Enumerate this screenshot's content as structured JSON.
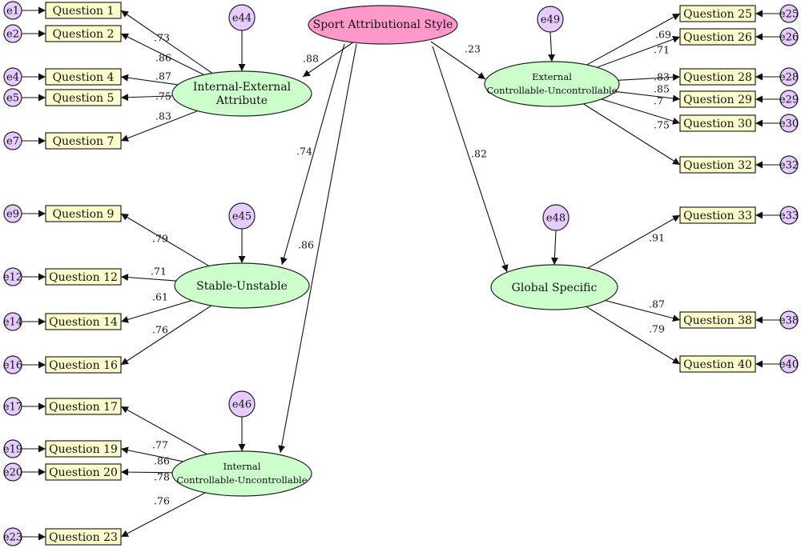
{
  "main": {
    "id": "main",
    "label": "Sport Attributional Style",
    "color": "#ff99cc"
  },
  "latents": [
    {
      "id": "ie",
      "lines": [
        "Internal-External",
        "Attribute"
      ],
      "error": "e44",
      "path_coef": ".88"
    },
    {
      "id": "su",
      "lines": [
        "Stable-Unstable"
      ],
      "error": "e45",
      "path_coef": ".74"
    },
    {
      "id": "icu",
      "lines": [
        "Internal",
        "Controllable-Uncontrollable"
      ],
      "error": "e46",
      "path_coef": ".86"
    },
    {
      "id": "ecu",
      "lines": [
        "External",
        "Controllable-Uncontrollable"
      ],
      "error": "e49",
      "path_coef": ".23"
    },
    {
      "id": "gs",
      "lines": [
        "Global Specific"
      ],
      "error": "e48",
      "path_coef": ".82"
    }
  ],
  "indicators": [
    {
      "id": "q1",
      "label": "Question 1",
      "error": "e1",
      "latent": "ie",
      "loading": ".73"
    },
    {
      "id": "q2",
      "label": "Question 2",
      "error": "e2",
      "latent": "ie",
      "loading": ".86"
    },
    {
      "id": "q4",
      "label": "Question 4",
      "error": "e4",
      "latent": "ie",
      "loading": ".87"
    },
    {
      "id": "q5",
      "label": "Question 5",
      "error": "e5",
      "latent": "ie",
      "loading": ".75"
    },
    {
      "id": "q7",
      "label": "Question 7",
      "error": "e7",
      "latent": "ie",
      "loading": ".83"
    },
    {
      "id": "q9",
      "label": "Question 9",
      "error": "e9",
      "latent": "su",
      "loading": ".79"
    },
    {
      "id": "q12",
      "label": "Question 12",
      "error": "e12",
      "latent": "su",
      "loading": ".71"
    },
    {
      "id": "q14",
      "label": "Question 14",
      "error": "e14",
      "latent": "su",
      "loading": ".61"
    },
    {
      "id": "q16",
      "label": "Question 16",
      "error": "e16",
      "latent": "su",
      "loading": ".76"
    },
    {
      "id": "q17",
      "label": "Question 17",
      "error": "e17",
      "latent": "icu",
      "loading": ".77"
    },
    {
      "id": "q19",
      "label": "Question 19",
      "error": "e19",
      "latent": "icu",
      "loading": ".86"
    },
    {
      "id": "q20",
      "label": "Question 20",
      "error": "e20",
      "latent": "icu",
      "loading": ".78"
    },
    {
      "id": "q23",
      "label": "Question 23",
      "error": "e23",
      "latent": "icu",
      "loading": ".76"
    },
    {
      "id": "q25",
      "label": "Question 25",
      "error": "e25",
      "latent": "ecu",
      "loading": ".69"
    },
    {
      "id": "q26",
      "label": "Question 26",
      "error": "e26",
      "latent": "ecu",
      "loading": ".71"
    },
    {
      "id": "q28",
      "label": "Question 28",
      "error": "e28",
      "latent": "ecu",
      "loading": ".83"
    },
    {
      "id": "q29",
      "label": "Question 29",
      "error": "e29",
      "latent": "ecu",
      "loading": ".85"
    },
    {
      "id": "q30",
      "label": "Question 30",
      "error": "e30",
      "latent": "ecu",
      "loading": ".7"
    },
    {
      "id": "q32",
      "label": "Question 32",
      "error": "e32",
      "latent": "ecu",
      "loading": ".75"
    },
    {
      "id": "q33",
      "label": "Question 33",
      "error": "e33",
      "latent": "gs",
      "loading": ".91"
    },
    {
      "id": "q38",
      "label": "Question 38",
      "error": "e38",
      "latent": "gs",
      "loading": ".87"
    },
    {
      "id": "q40",
      "label": "Question 40",
      "error": "e40",
      "latent": "gs",
      "loading": ".79"
    }
  ],
  "colors": {
    "indicator": "#ffffcc",
    "latent": "#ccffcc",
    "error": "#e6ccff",
    "main": "#ff99cc"
  }
}
